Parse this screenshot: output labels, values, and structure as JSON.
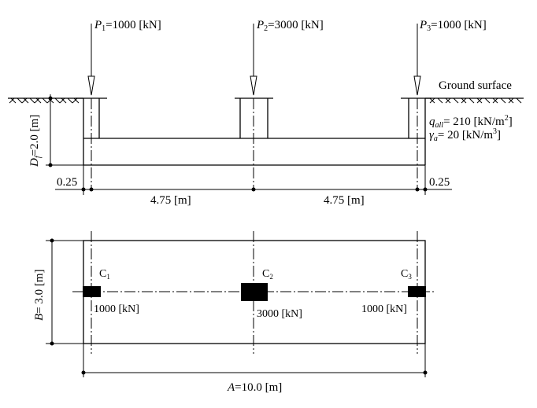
{
  "loads": [
    {
      "sym": "P",
      "sub": "1",
      "value": "=1000 [kN]"
    },
    {
      "sym": "P",
      "sub": "2",
      "value": "=3000 [kN]"
    },
    {
      "sym": "P",
      "sub": "3",
      "value": "=1000 [kN]"
    }
  ],
  "ground_label": "Ground surface",
  "qall": {
    "sym": "q",
    "sub": "all",
    "value": "= 210 [kN/m",
    "sup": "2",
    "close": "]"
  },
  "gamma": {
    "sym": "γ",
    "sub": "a",
    "value": "= 20 [kN/m",
    "sup": "3",
    "close": "]"
  },
  "depth": {
    "sym": "D",
    "sub": "f",
    "value": "=2.0 [m]"
  },
  "dims": {
    "left_edge": "0.25",
    "right_edge": "0.25",
    "span1": "4.75 [m]",
    "span2": "4.75 [m]"
  },
  "plan": {
    "columns": [
      {
        "sym": "C",
        "sub": "1",
        "load": "1000 [kN]"
      },
      {
        "sym": "C",
        "sub": "2",
        "load": "3000 [kN]"
      },
      {
        "sym": "C",
        "sub": "3",
        "load": "1000 [kN]"
      }
    ],
    "width_label": {
      "sym": "B",
      "value": "= 3.0 [m]"
    },
    "length_label": {
      "sym": "A",
      "value": "=10.0 [m]"
    }
  }
}
